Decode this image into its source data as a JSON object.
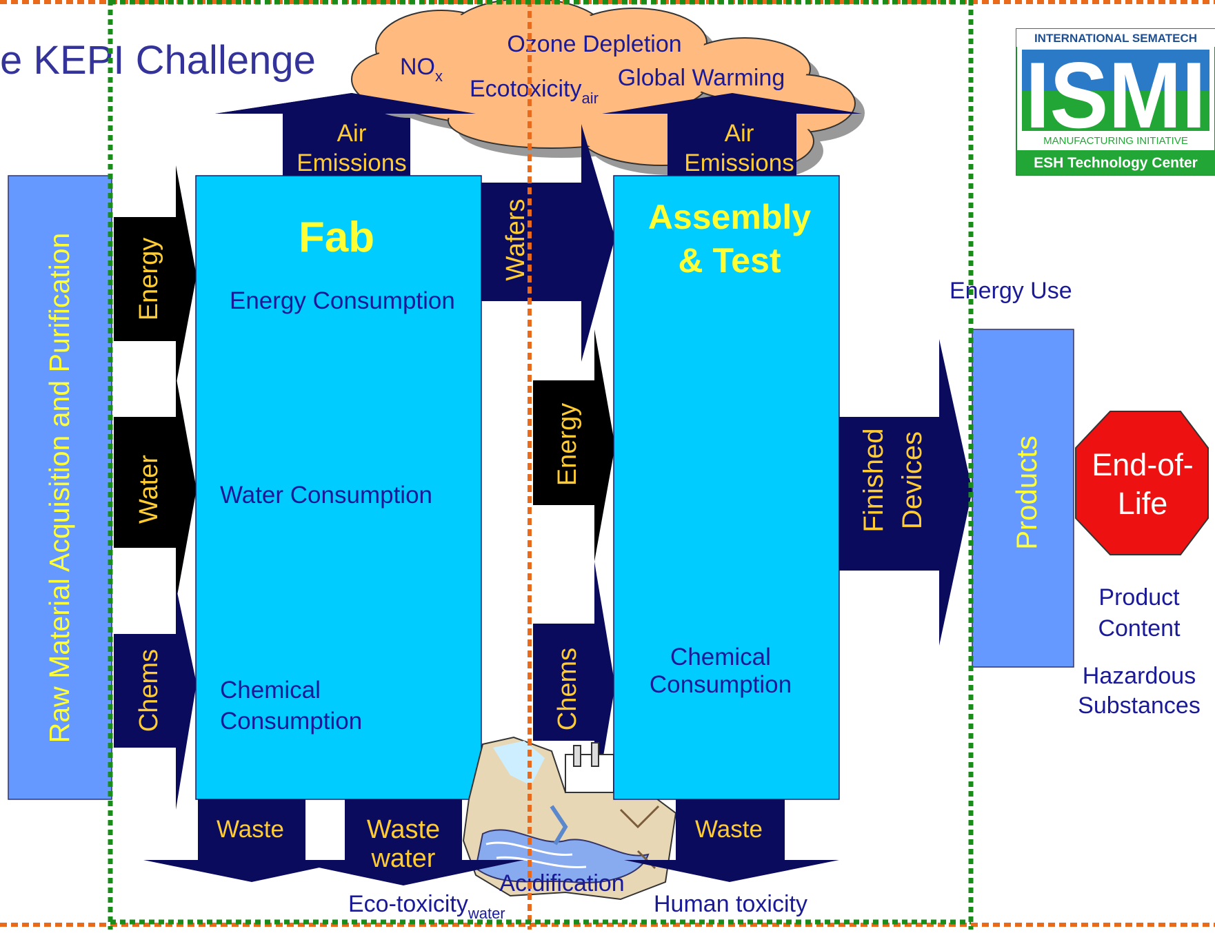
{
  "title": "e KEPI Challenge",
  "logo": {
    "top_text": "INTERNATIONAL SEMATECH",
    "brand": "ISMI",
    "sub_text": "MANUFACTURING INITIATIVE",
    "bottom_text": "ESH Technology Center"
  },
  "cloud": {
    "nox": "NO",
    "nox_sub": "x",
    "ozone": "Ozone Depletion",
    "global_warming": "Global Warming",
    "ecotox_air": "Ecotoxicity",
    "ecotox_air_sub": "air"
  },
  "stages": {
    "raw": "Raw Material Acquisition and Purification",
    "fab": "Fab",
    "assembly_line1": "Assembly",
    "assembly_line2": "& Test",
    "products": "Products",
    "end_of_life_line1": "End-of-",
    "end_of_life_line2": "Life"
  },
  "fab_metrics": {
    "energy": "Energy Consumption",
    "water": "Water Consumption",
    "chem_line1": "Chemical",
    "chem_line2": "Consumption"
  },
  "assembly_metrics": {
    "chem_line1": "Chemical",
    "chem_line2": "Consumption"
  },
  "flows": {
    "energy": "Energy",
    "water": "Water",
    "chems": "Chems",
    "wafers": "Wafers",
    "energy2": "Energy",
    "chems2": "Chems",
    "air_line1": "Air",
    "air_line2": "Emissions",
    "air2_line1": "Air",
    "air2_line2": "Emissions",
    "waste": "Waste",
    "wastewater_line1": "Waste",
    "wastewater_line2": "water",
    "waste2": "Waste",
    "finished_line1": "Finished",
    "finished_line2": "Devices"
  },
  "impacts": {
    "energy_use": "Energy Use",
    "product_content_line1": "Product",
    "product_content_line2": "Content",
    "hazardous_line1": "Hazardous",
    "hazardous_line2": "Substances",
    "acidification": "Acidification",
    "ecotox_water": "Eco-toxicity",
    "ecotox_water_sub": "water",
    "human_toxicity": "Human toxicity"
  },
  "colors": {
    "navy": "#0b0b5e",
    "cyan_box": "#00ccff",
    "blue_box": "#6699ff",
    "yellow": "#ffff33",
    "gold_text": "#ffcc33",
    "label_blue": "#1a1a99",
    "cloud": "#ffbb7f",
    "stop_red": "#ee1111",
    "green_dash": "#1a8c1a",
    "orange_dash": "#e86a1a"
  }
}
